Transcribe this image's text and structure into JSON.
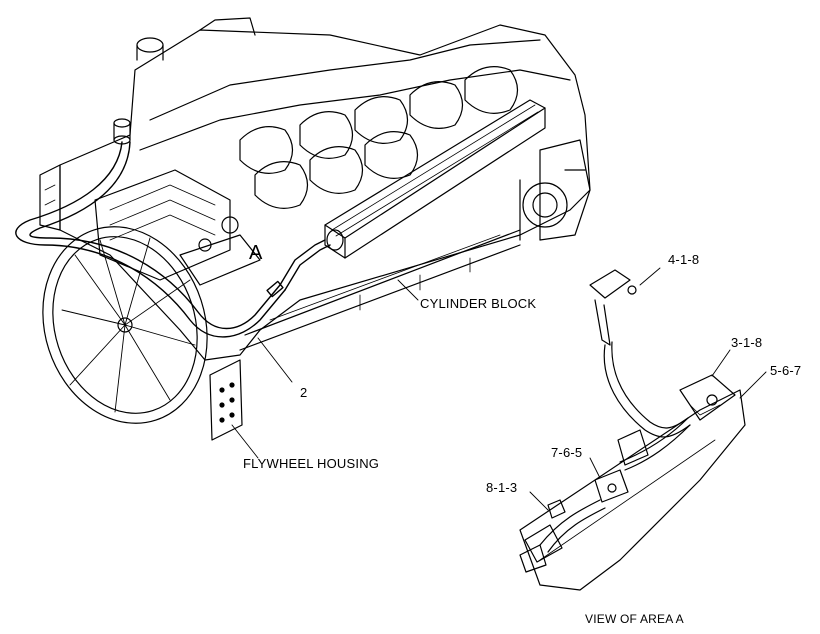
{
  "labels": {
    "area_marker": "A",
    "cylinder_block": "CYLINDER BLOCK",
    "flywheel_housing": "FLYWHEEL HOUSING",
    "view_area": "VIEW OF AREA A"
  },
  "callouts": {
    "main_item": "2",
    "p418": "4-1-8",
    "p318": "3-1-8",
    "p567": "5-6-7",
    "p765": "7-6-5",
    "p813": "8-1-3"
  }
}
